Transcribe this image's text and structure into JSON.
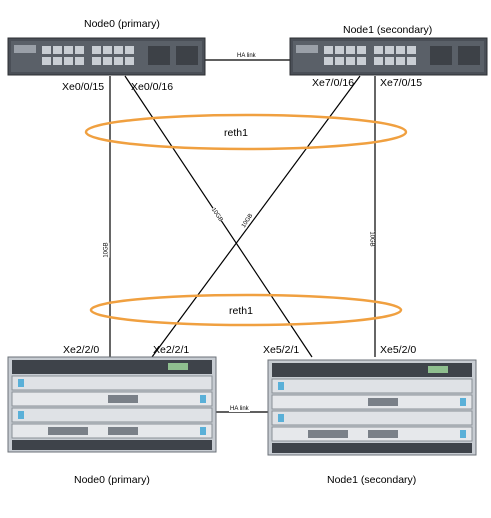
{
  "top": {
    "node0_title": "Node0 (primary)",
    "node1_title": "Node1 (secondary)",
    "ha_link": "HA link",
    "ports": {
      "xe0_0_15": "Xe0/0/15",
      "xe0_0_16": "Xe0/0/16",
      "xe7_0_16": "Xe7/0/16",
      "xe7_0_15": "Xe7/0/15"
    },
    "reth": "reth1"
  },
  "bottom": {
    "node0_title": "Node0 (primary)",
    "node1_title": "Node1 (secondary)",
    "ha_link": "HA link",
    "ports": {
      "xe2_2_0": "Xe2/2/0",
      "xe2_2_1": "Xe2/2/1",
      "xe5_2_1": "Xe5/2/1",
      "xe5_2_0": "Xe5/2/0"
    },
    "reth": "reth1"
  },
  "link_speeds": {
    "left_vertical": "10GB",
    "right_vertical": "10GB",
    "diag_a": "10GB",
    "diag_b": "10GB"
  },
  "colors": {
    "reth_ellipse": "#f0a040",
    "link_line": "#000000",
    "chassis_dark": "#4a4f57",
    "chassis_light": "#dfe2e6"
  }
}
